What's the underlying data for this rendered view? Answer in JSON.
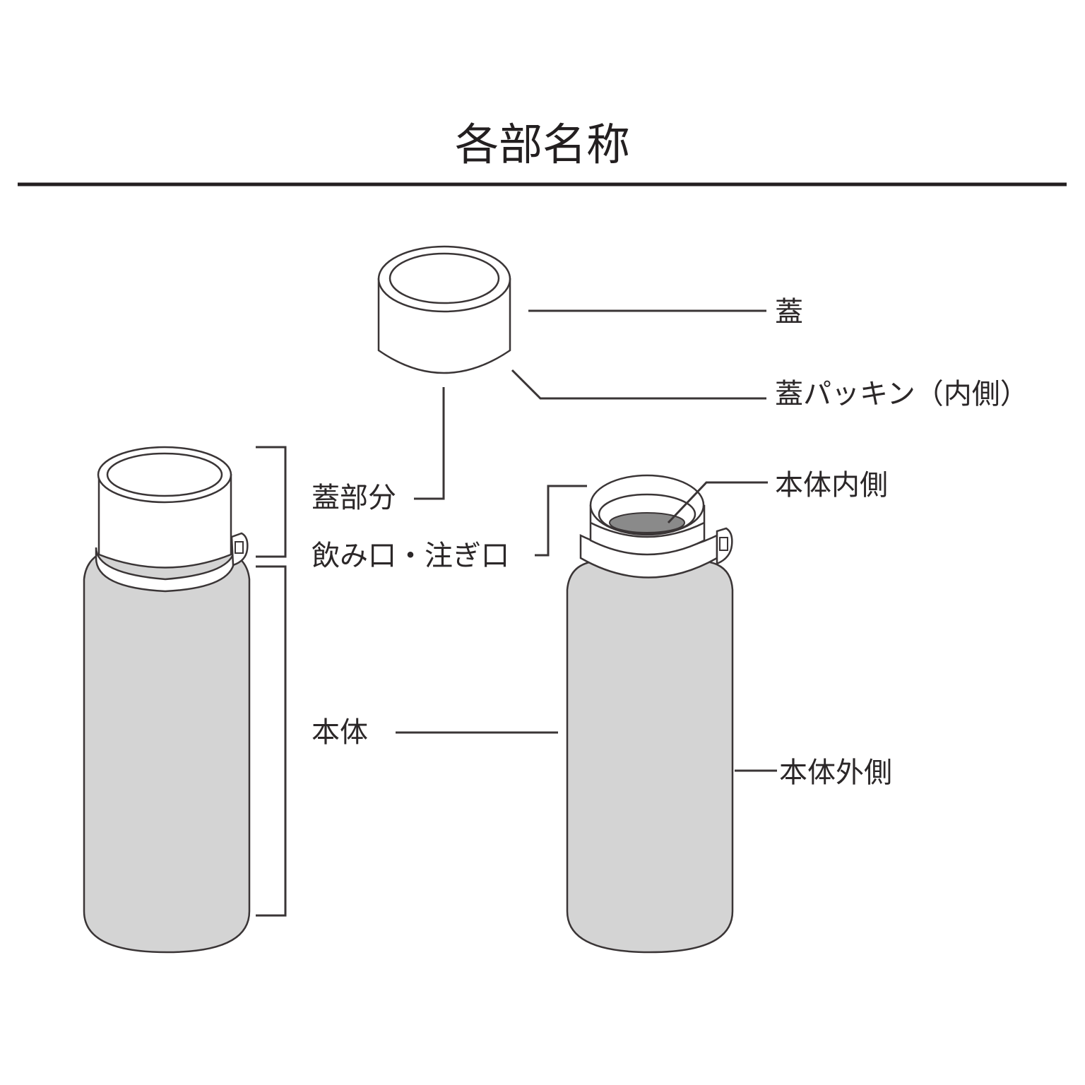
{
  "title": "各部名称",
  "labels": {
    "lid": "蓋",
    "lid_gasket": "蓋パッキン（内側）",
    "lid_part": "蓋部分",
    "spout": "飲み口・注ぎ口",
    "body": "本体",
    "body_inside": "本体内側",
    "body_outside": "本体外側"
  },
  "colors": {
    "ink": "#231f20",
    "line": "#3a3536",
    "body_fill": "#d4d4d4",
    "inner_fill": "#8a8a8a",
    "white": "#ffffff"
  }
}
